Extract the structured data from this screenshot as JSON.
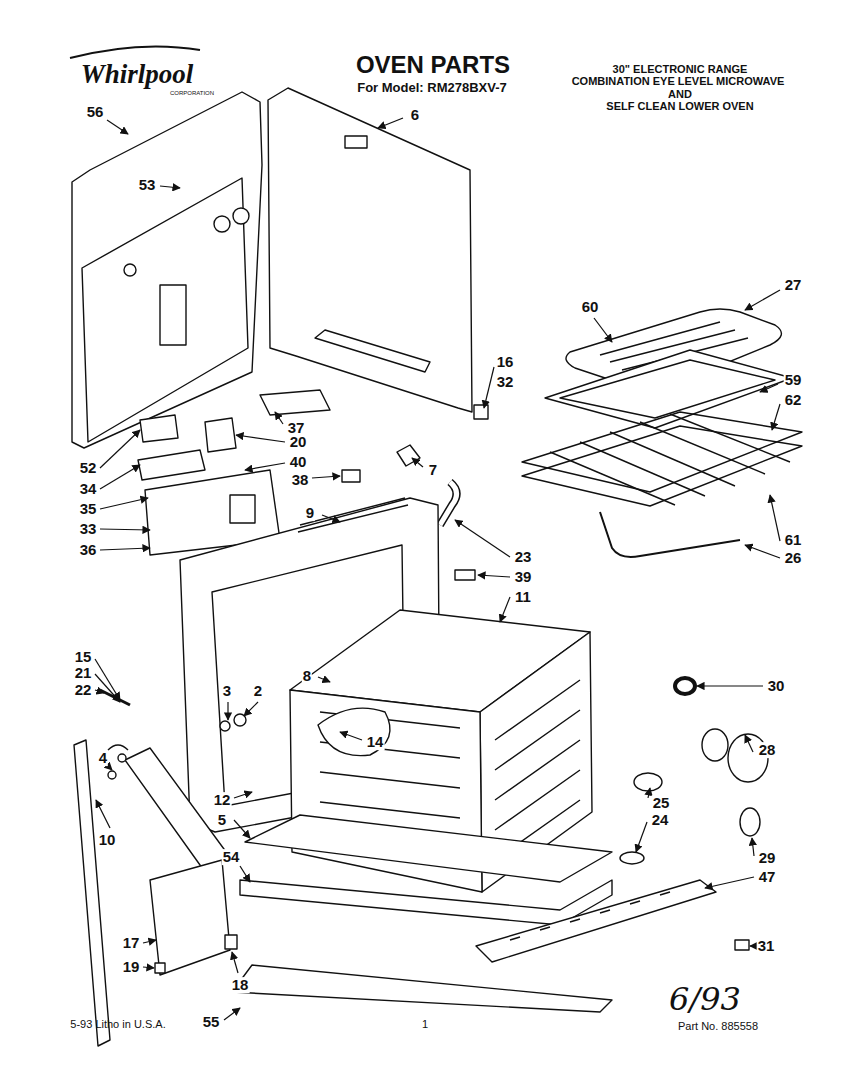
{
  "diagram": {
    "title": "OVEN PARTS",
    "labels": [
      "Whirlpool",
      "CORPORATION",
      "For Model: RM278BXV-7",
      "30\" ELECTRONIC RANGE",
      "COMBINATION EYE LEVEL MICROWAVE",
      "AND",
      "SELF CLEAN LOWER OVEN",
      "56",
      "6",
      "53",
      "27",
      "60",
      "16",
      "32",
      "59",
      "62",
      "37",
      "20",
      "40",
      "38",
      "7",
      "52",
      "34",
      "35",
      "33",
      "36",
      "9",
      "61",
      "26",
      "23",
      "39",
      "11",
      "30",
      "15",
      "21",
      "22",
      "8",
      "3",
      "2",
      "14",
      "28",
      "4",
      "25",
      "24",
      "12",
      "10",
      "5",
      "54",
      "29",
      "47",
      "17",
      "19",
      "18",
      "31",
      "55",
      "6/93",
      "5-93 Litho in U.S.A.",
      "1",
      "Part No. 885558"
    ]
  }
}
